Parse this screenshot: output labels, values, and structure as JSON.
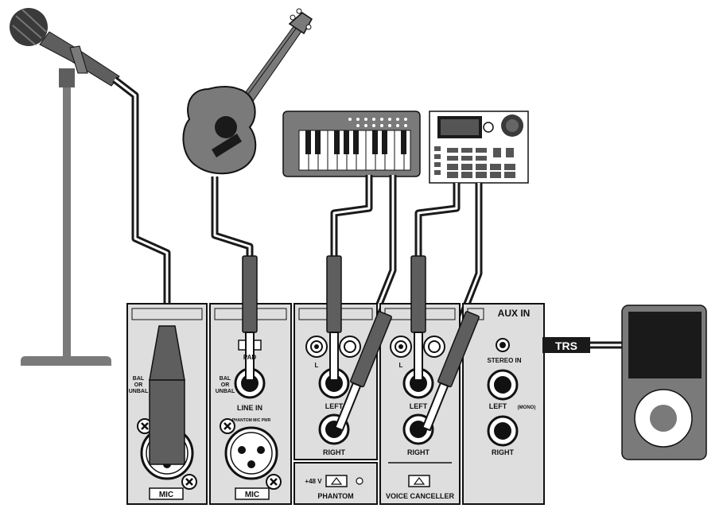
{
  "colors": {
    "device": "#7a7a7a",
    "device_dark": "#555555",
    "panel": "#dedede",
    "cable": "#1a1a1a",
    "plug": "#5e5e5e",
    "background": "#ffffff"
  },
  "labels": {
    "aux_in": "AUX IN",
    "trs": "TRS",
    "bal_line1": "BAL",
    "bal_line2": "OR",
    "bal_line3": "UNBAL",
    "mic_1": "MIC",
    "mic_2": "MIC",
    "line_in": "LINE IN",
    "pad": "PAD",
    "phantom_note": "PHANTOM MIC PWR",
    "ch3_l": "L",
    "ch3_left": "LEFT",
    "ch3_right": "RIGHT",
    "ch4_l": "L",
    "ch4_left": "LEFT",
    "ch4_right": "RIGHT",
    "stereo_in": "STEREO IN",
    "aux_left": "LEFT",
    "aux_mono": "(MONO)",
    "aux_right": "RIGHT",
    "plus48v": "+48 V",
    "phantom": "PHANTOM",
    "voice_canceller": "VOICE CANCELLER"
  },
  "devices": {
    "microphone": "microphone-icon",
    "guitar": "acoustic-guitar-icon",
    "keyboard": "midi-keyboard-icon",
    "drum_machine": "drum-machine-icon",
    "media_player": "portable-media-player-icon"
  }
}
